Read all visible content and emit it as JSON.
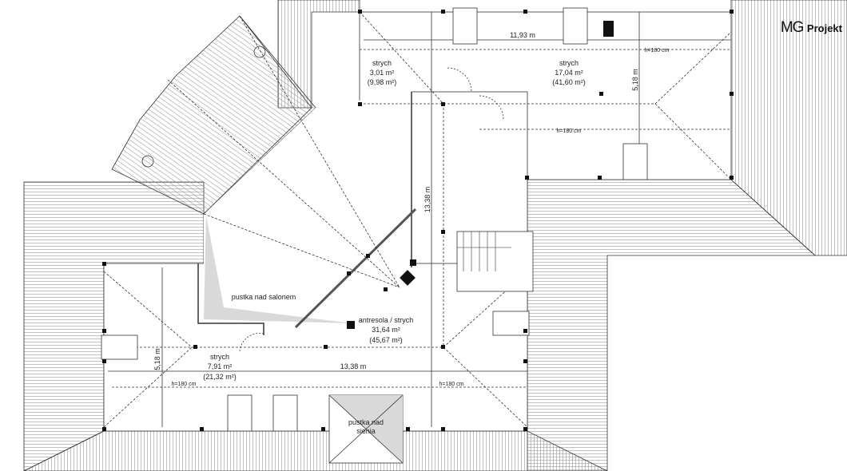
{
  "logo": {
    "brand": "MG",
    "name": "Projekt"
  },
  "rooms": [
    {
      "name": "strych",
      "area": "3,01 m²",
      "total": "(9,98 m²)"
    },
    {
      "name": "strych",
      "area": "17,04 m²",
      "total": "(41,60 m²)"
    },
    {
      "name": "antresola / strych",
      "area": "31,64 m²",
      "total": "(45,67 m²)"
    },
    {
      "name": "strych",
      "area": "7,91 m²",
      "total": "(21,32 m²)"
    }
  ],
  "voids": [
    "pustka nad salonem",
    "pustka nad",
    "sienia"
  ],
  "dimensions": {
    "top_width": "11,93 m",
    "top_depth": "5,18 m",
    "central_depth": "13,38 m",
    "bottom_width": "13,38 m",
    "left_depth": "5,18 m"
  },
  "heights": [
    "h=180 cm",
    "h=180 cm",
    "h=180 cm",
    "h=180 cm"
  ],
  "colors": {
    "line": "#333333",
    "void_fill": "#d9d9d9",
    "hatch": "#888888"
  }
}
